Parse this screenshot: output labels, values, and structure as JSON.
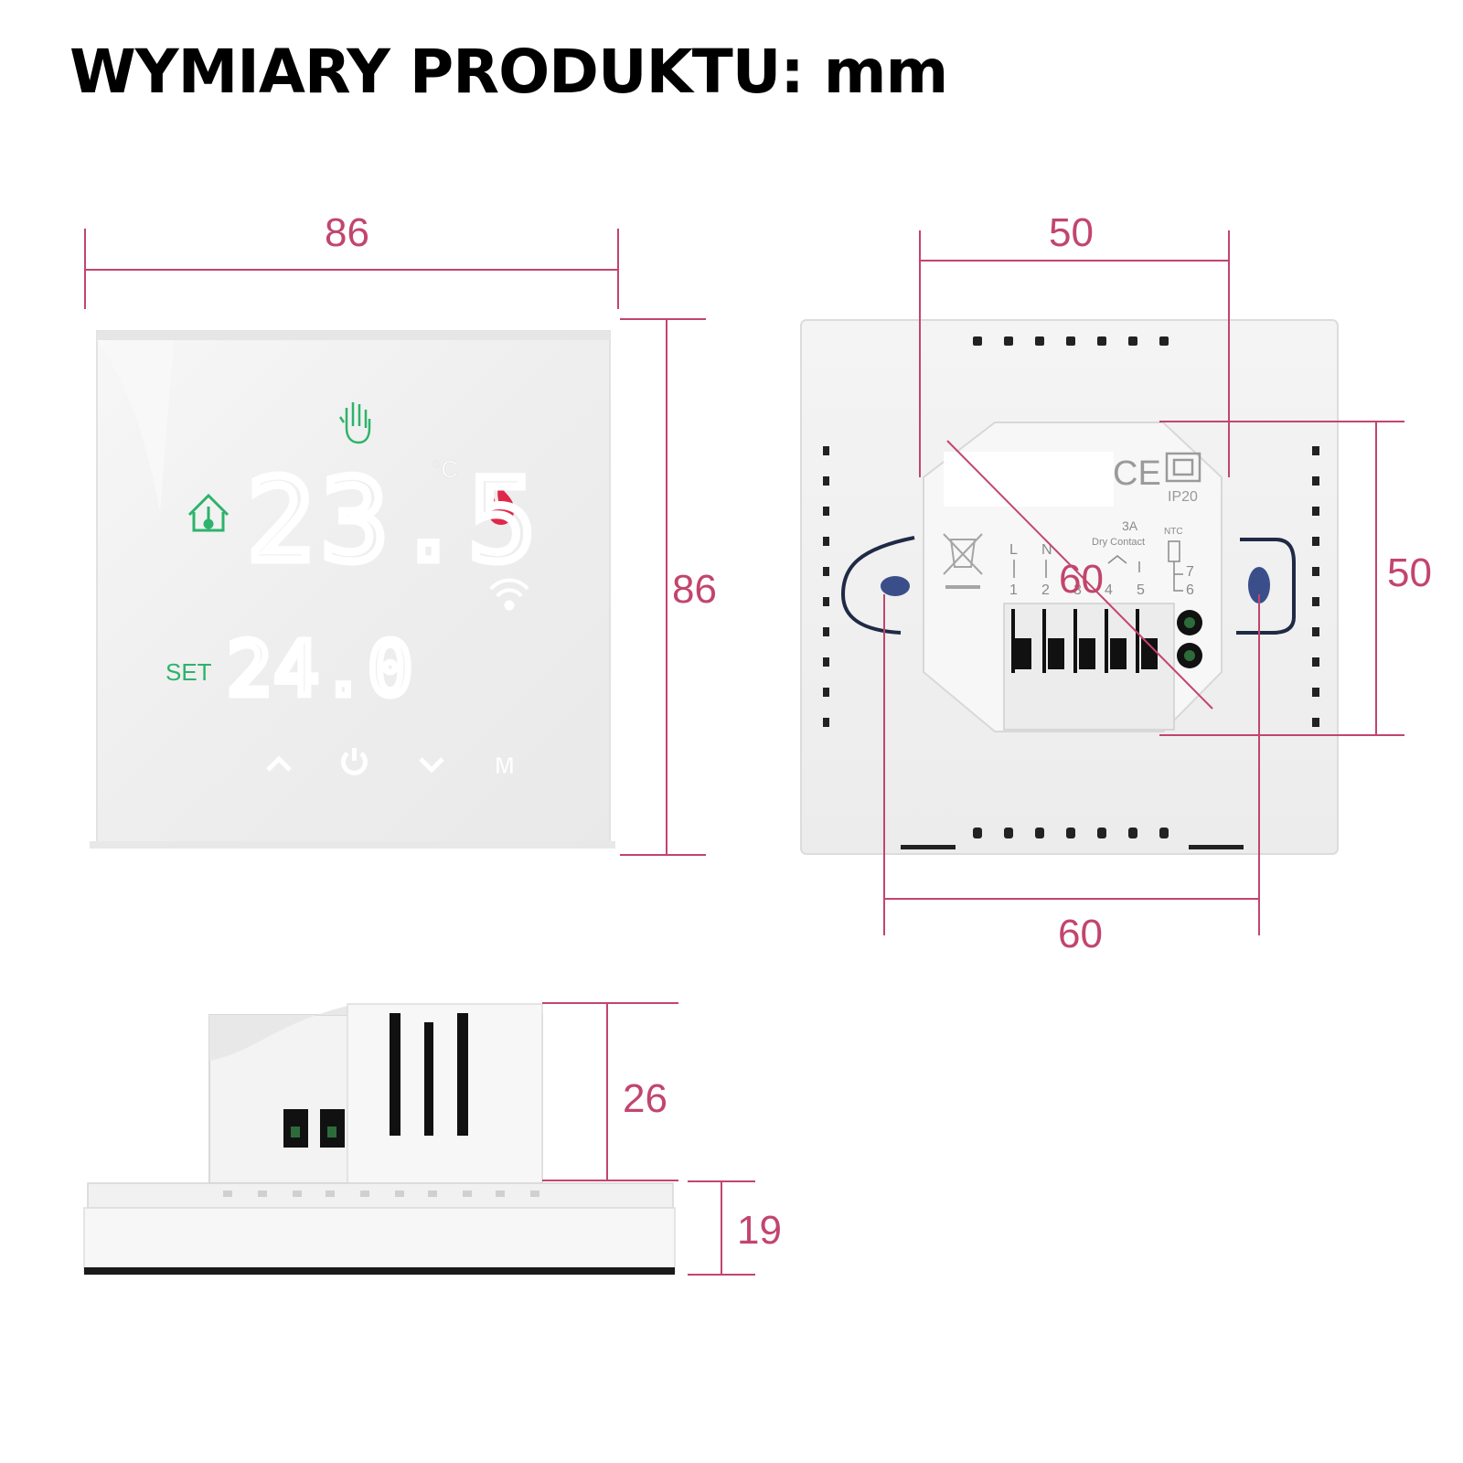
{
  "title": "WYMIARY PRODUKTU: mm",
  "colors": {
    "dimension": "#c2456d",
    "display_green": "#2db36b",
    "flame_red": "#e0284a",
    "panel": "#f2f2f2"
  },
  "front_view": {
    "width_label": "86",
    "height_label": "86",
    "temperature": "23.5",
    "unit": "°C",
    "set_label": "SET",
    "set_value": "24.0",
    "buttons": {
      "up": "^",
      "power": "power-icon",
      "down": "v",
      "mode": "M"
    },
    "icons": [
      "hand-icon",
      "home-thermometer-icon",
      "flame-icon",
      "wifi-icon"
    ]
  },
  "back_view": {
    "top_width_label": "50",
    "right_height_label": "50",
    "diagonal_label": "60",
    "bottom_width_label": "60",
    "ce_mark": "CE",
    "ip_rating": "IP20",
    "current": "3A",
    "contact_type": "Dry Contact",
    "ntc_label": "NTC",
    "terminal_letters": [
      "L",
      "N"
    ],
    "terminal_numbers": [
      "1",
      "2",
      "3",
      "4",
      "5"
    ],
    "ntc_numbers": [
      "7",
      "6"
    ]
  },
  "side_view": {
    "depth_label": "26",
    "plate_label": "19"
  }
}
